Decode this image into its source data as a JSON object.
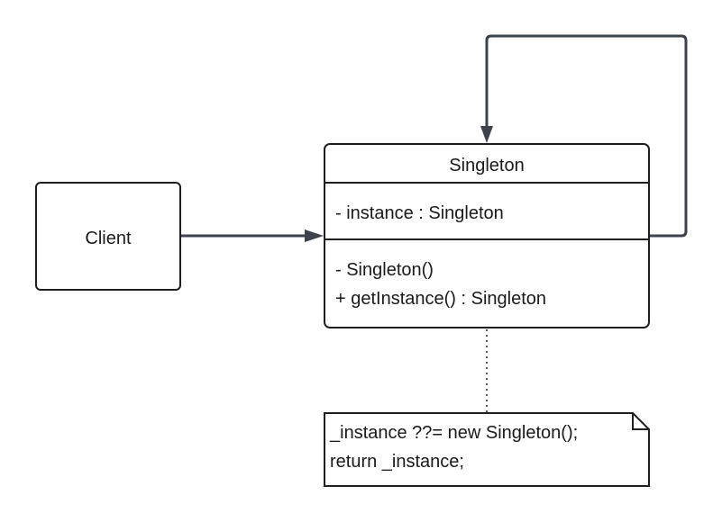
{
  "client": {
    "label": "Client"
  },
  "singleton_class": {
    "name": "Singleton",
    "attributes": [
      "- instance : Singleton"
    ],
    "methods": [
      "- Singleton()",
      "+ getInstance() : Singleton"
    ]
  },
  "note": {
    "lines": [
      "_instance ??= new Singleton();",
      "return _instance;"
    ]
  },
  "colors": {
    "stroke": "#1f1f1f",
    "edge": "#3d434d",
    "background": "#ffffff"
  }
}
